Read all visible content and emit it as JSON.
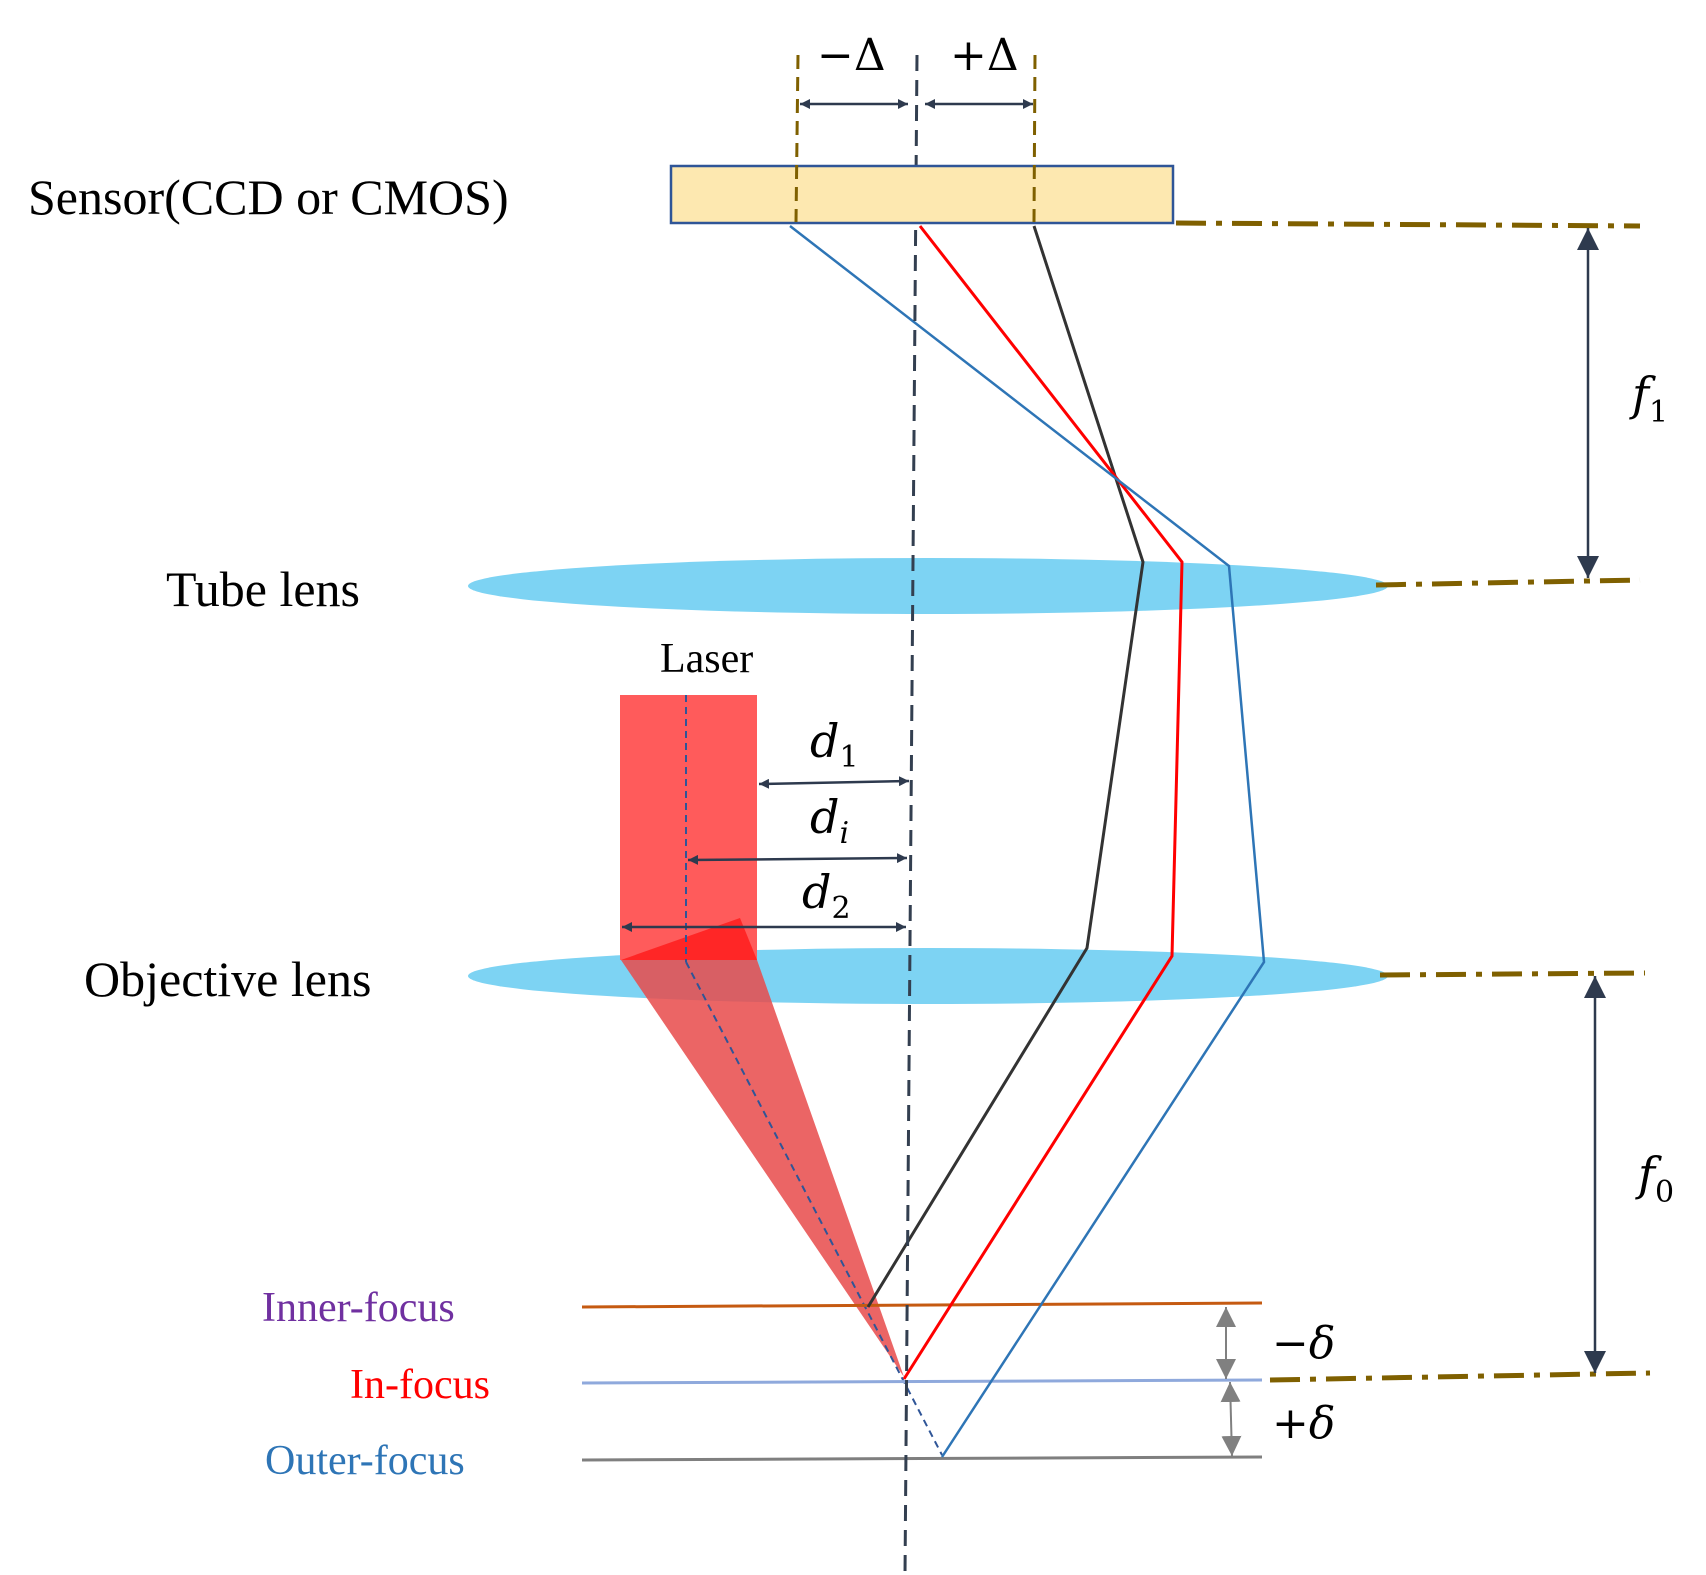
{
  "labels": {
    "sensor": "Sensor(CCD or CMOS)",
    "tube_lens": "Tube lens",
    "objective_lens": "Objective lens",
    "laser": "Laser"
  },
  "focus_labels": {
    "inner": "Inner-focus",
    "in": "In-focus",
    "outer": "Outer-focus"
  },
  "dimensions": {
    "minus_delta_cap": "−Δ",
    "plus_delta_cap": "+Δ",
    "d1": {
      "base": "d",
      "sub": "1"
    },
    "di": {
      "base": "d",
      "sub": "i"
    },
    "d2": {
      "base": "d",
      "sub": "2"
    },
    "f1": {
      "base": "f",
      "sub": "1"
    },
    "f0": {
      "base": "f",
      "sub": "0"
    },
    "minus_delta": {
      "sign": "−",
      "symbol": "δ"
    },
    "plus_delta": {
      "sign": "+",
      "symbol": "δ"
    }
  },
  "colors": {
    "sensor_fill": "#fde8b0",
    "sensor_stroke": "#2f5597",
    "lens_fill": "#7dd3f3",
    "laser_fill": "#ff5b5b",
    "laser_cone": "#e84a4a",
    "axis": "#333f50",
    "dimension": "#2e3a4e",
    "guide": "#7f6000",
    "ray_black": "#333333",
    "ray_red": "#ff0000",
    "ray_blue": "#2e75b6",
    "plane_inner": "#c55a11",
    "plane_in": "#8fa9dc",
    "plane_outer": "#7f7f7f",
    "label_inner": "#7030a0",
    "label_in": "#ff0000",
    "label_outer": "#2e75b6"
  }
}
